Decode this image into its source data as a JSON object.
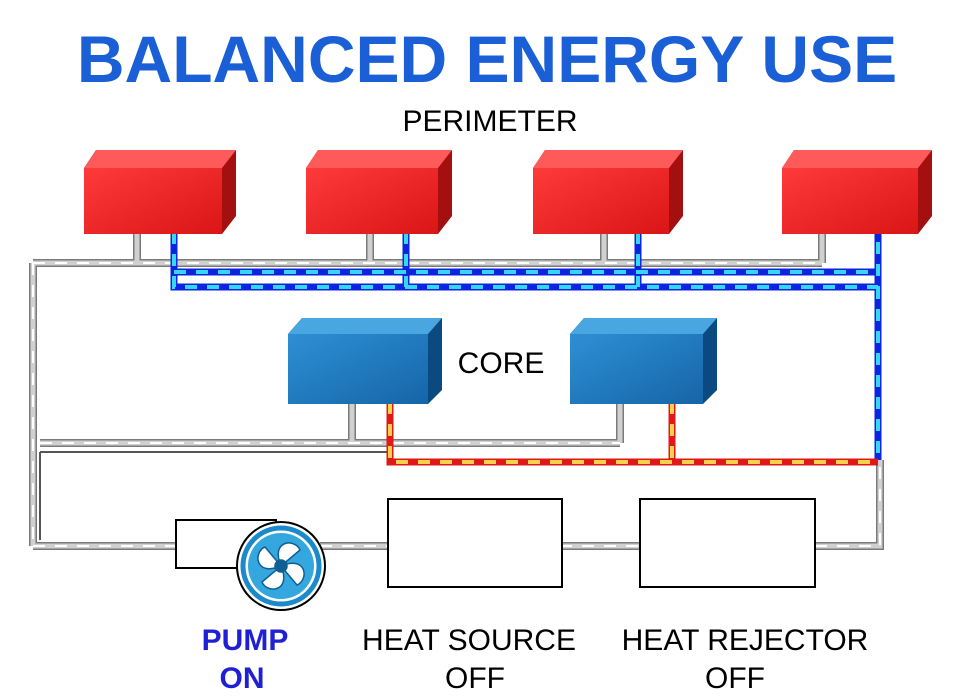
{
  "title": "BALANCED ENERGY USE",
  "zones": {
    "perimeter_label": "PERIMETER",
    "core_label": "CORE"
  },
  "equipment": {
    "pump": {
      "name": "PUMP",
      "status": "ON"
    },
    "heat_source": {
      "name": "HEAT SOURCE",
      "status": "OFF"
    },
    "heat_rejector": {
      "name": "HEAT REJECTOR",
      "status": "OFF"
    }
  },
  "colors": {
    "title": "#1a5fd6",
    "pump_status": "#1f1fd6",
    "perimeter_unit": "#e02020",
    "core_unit": "#1d7fc4",
    "cold_loop": "#0a24e0",
    "cold_loop_dash": "#35d8f0",
    "hot_loop": "#e01818",
    "hot_loop_dash": "#f6d24a",
    "neutral_loop": "#c9c9c9"
  },
  "icons": {
    "pump": "fan-impeller-icon"
  }
}
